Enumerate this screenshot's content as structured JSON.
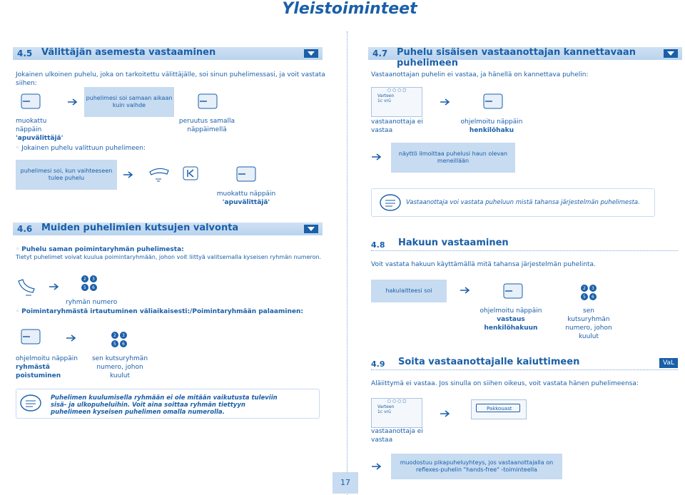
{
  "header": {
    "title": "Yleistoiminteet",
    "page_number": "17"
  },
  "s45": {
    "num": "4.5",
    "title": "Välittäjän asemesta vastaaminen",
    "intro": "Jokainen ulkoinen puhelu, joka on tarkoitettu välittäjälle, soi sinun puhelimessasi, ja voit vastata siihen:",
    "box1": "puhelimesi soi samaan aikaan kuin vaihde",
    "k1_l1": "muokattu",
    "k1_l2": "näppäin",
    "k1_l3": "'apuvälittäjä'",
    "k2_l1": "peruutus samalla",
    "k2_l2": "näppäimellä",
    "bullet": "Jokainen puhelu valittuun puhelimeen:",
    "box2": "puhelimesi soi, kun vaihteeseen tulee puhelu",
    "k3_l1": "muokattu näppäin",
    "k3_l2": "'apuvälittäjä'"
  },
  "s46": {
    "num": "4.6",
    "title": "Muiden puhelimien kutsujen valvonta",
    "bullet1": "Puhelu saman poimintaryhmän puhelimesta:",
    "sub1": "Tietyt puhelimet voivat kuulua poimintaryhmään, johon voit liittyä valitsemalla kyseisen ryhmän numeron.",
    "group_num": "ryhmän numero",
    "bullet2": "Poimintaryhmästä irtautuminen väliaikaisesti:/Poimintaryhmään palaaminen:",
    "k_l1": "ohjelmoitu näppäin",
    "k_l2": "ryhmästä",
    "k_l3": "poistuminen",
    "c_l1": "sen kutsuryhmän",
    "c_l2": "numero, johon",
    "c_l3": "kuulut",
    "note": "Puhelimen kuulumisella ryhmään ei ole mitään vaikutusta tuleviin sisä- ja ulkopuheluihin. Voit aina soittaa ryhmän tiettyyn puhelimeen kyseisen puhelimen omalla numerolla."
  },
  "s47": {
    "num": "4.7",
    "title": "Puhelu sisäisen vastaanottajan kannettavaan puhelimeen",
    "intro": "Vastaanottajan puhelin ei vastaa, ja hänellä on kannettava puhelin:",
    "screen1": "Varteen\n1c vrü",
    "ans_l1": "vastaanottaja ei",
    "ans_l2": "vastaa",
    "prog_l1": "ohjelmoitu näppäin",
    "prog_l2": "henkilöhaku",
    "box": "näyttö ilmoittaa puhelusi haun olevan meneillään",
    "note": "Vastaanottaja voi vastata puheluun mistä tahansa järjestelmän puhelimesta."
  },
  "s48": {
    "num": "4.8",
    "title": "Hakuun vastaaminen",
    "intro": "Voit vastata hakuun käyttämällä mitä tahansa järjestelmän puhelinta.",
    "box": "hakulaitteesi soi",
    "p_l1": "ohjelmoitu näppäin",
    "p_l2": "vastaus henkilöhakuun",
    "c_l1": "sen",
    "c_l2": "kutsuryhmän",
    "c_l3": "numero, johon",
    "c_l4": "kuulut"
  },
  "s49": {
    "num": "4.9",
    "title": "Soita vastaanottajalle kaiuttimeen",
    "badge": "VaL",
    "intro": "Aläiittymä ei vastaa. Jos sinulla on siihen oikeus, voit vastata hänen puhelimeensa:",
    "screen": "Varteen\n1c vrü",
    "button": "Pakkouast",
    "ans_l1": "vastaanottaja ei",
    "ans_l2": "vastaa",
    "box": "muodostuu pikapuheluyhteys, jos vastaanottajalla on reflexes-puhelin \"hands-free\" -toiminteella"
  },
  "colors": {
    "accent": "#1a5fa8",
    "box": "#c7dbf1"
  },
  "icons": {
    "key": "key-icon",
    "arrow": "arrow-icon",
    "handset": "handset-icon",
    "keypad": "keypad-icon",
    "note": "note-icon"
  }
}
